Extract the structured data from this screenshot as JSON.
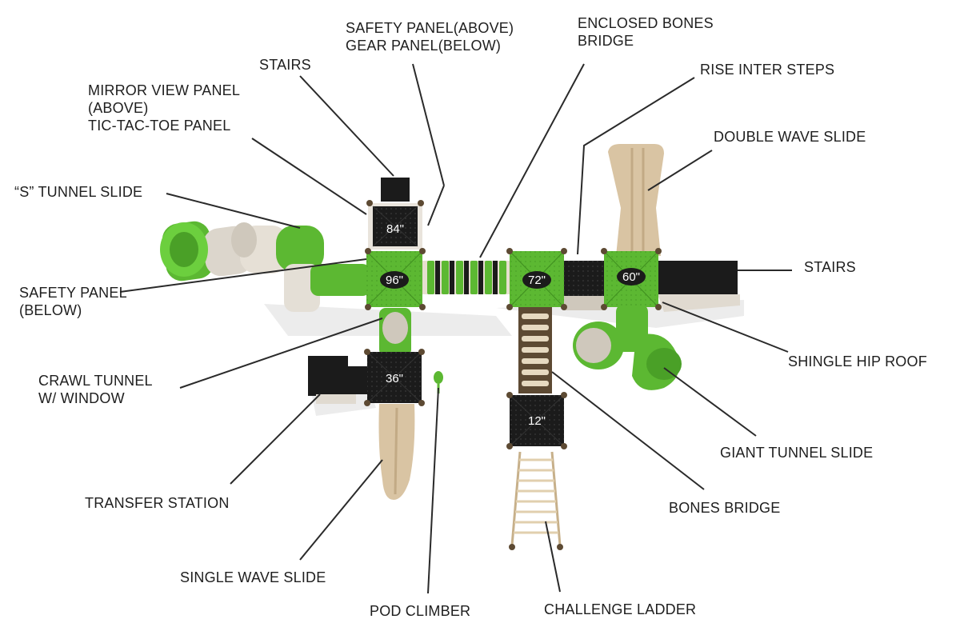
{
  "labels": {
    "safety_gear_panel": [
      "SAFETY PANEL(ABOVE)",
      "GEAR PANEL(BELOW)"
    ],
    "enclosed_bones_bridge": [
      "ENCLOSED BONES",
      "BRIDGE"
    ],
    "stairs_top": "STAIRS",
    "rise_inter_steps": "RISE INTER STEPS",
    "mirror_panel": [
      "MIRROR VIEW PANEL",
      "(ABOVE)",
      "TIC-TAC-TOE PANEL"
    ],
    "double_wave_slide": "DOUBLE WAVE SLIDE",
    "s_tunnel_slide": "“S” TUNNEL SLIDE",
    "stairs_right": "STAIRS",
    "safety_panel_below": [
      "SAFETY PANEL",
      "(BELOW)"
    ],
    "shingle_hip_roof": "SHINGLE HIP ROOF",
    "crawl_tunnel": [
      "CRAWL TUNNEL",
      "W/ WINDOW"
    ],
    "giant_tunnel_slide": "GIANT TUNNEL SLIDE",
    "transfer_station": "TRANSFER STATION",
    "bones_bridge": "BONES BRIDGE",
    "single_wave_slide": "SINGLE WAVE SLIDE",
    "pod_climber": "POD CLIMBER",
    "challenge_ladder": "CHALLENGE LADDER"
  },
  "decks": {
    "d84": "84\"",
    "d96": "96\"",
    "d72": "72\"",
    "d60": "60\"",
    "d36": "36\"",
    "d12": "12\""
  },
  "colors": {
    "green": "#5cb832",
    "green_dark": "#3f8f1f",
    "tan": "#d9c4a3",
    "roof_black": "#1b1b1b",
    "leader": "#2a2a2a"
  }
}
